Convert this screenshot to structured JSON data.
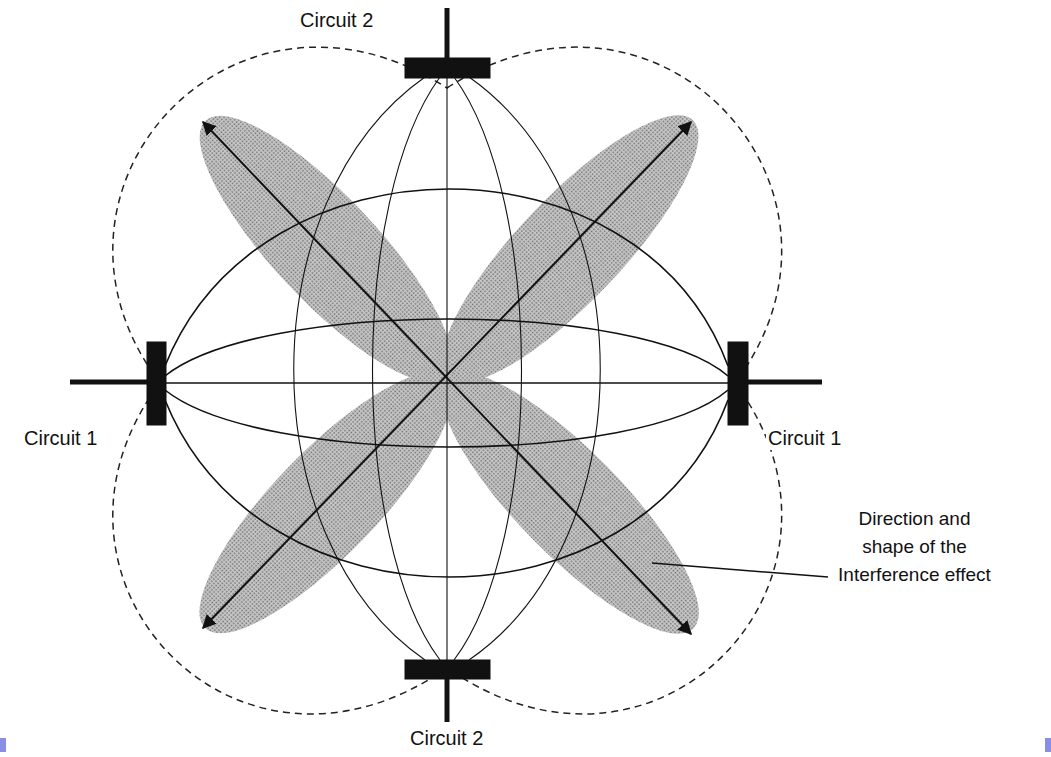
{
  "diagram": {
    "labels": [
      "Circuit 2",
      "Circuit 1",
      "Circuit 1",
      "Circuit 2",
      "Direction and shape of the Interference effect"
    ]
  }
}
